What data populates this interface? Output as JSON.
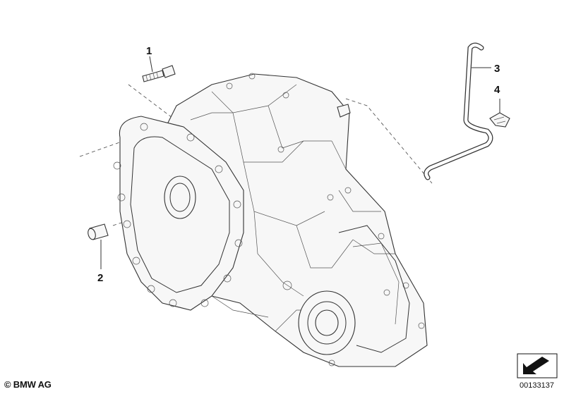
{
  "callouts": [
    {
      "id": "1",
      "label": "1"
    },
    {
      "id": "2",
      "label": "2"
    },
    {
      "id": "3",
      "label": "3"
    },
    {
      "id": "4",
      "label": "4"
    }
  ],
  "footer": {
    "copyright": "© BMW AG",
    "image_number": "00133137"
  },
  "icons": [
    "nav-arrow-icon"
  ]
}
